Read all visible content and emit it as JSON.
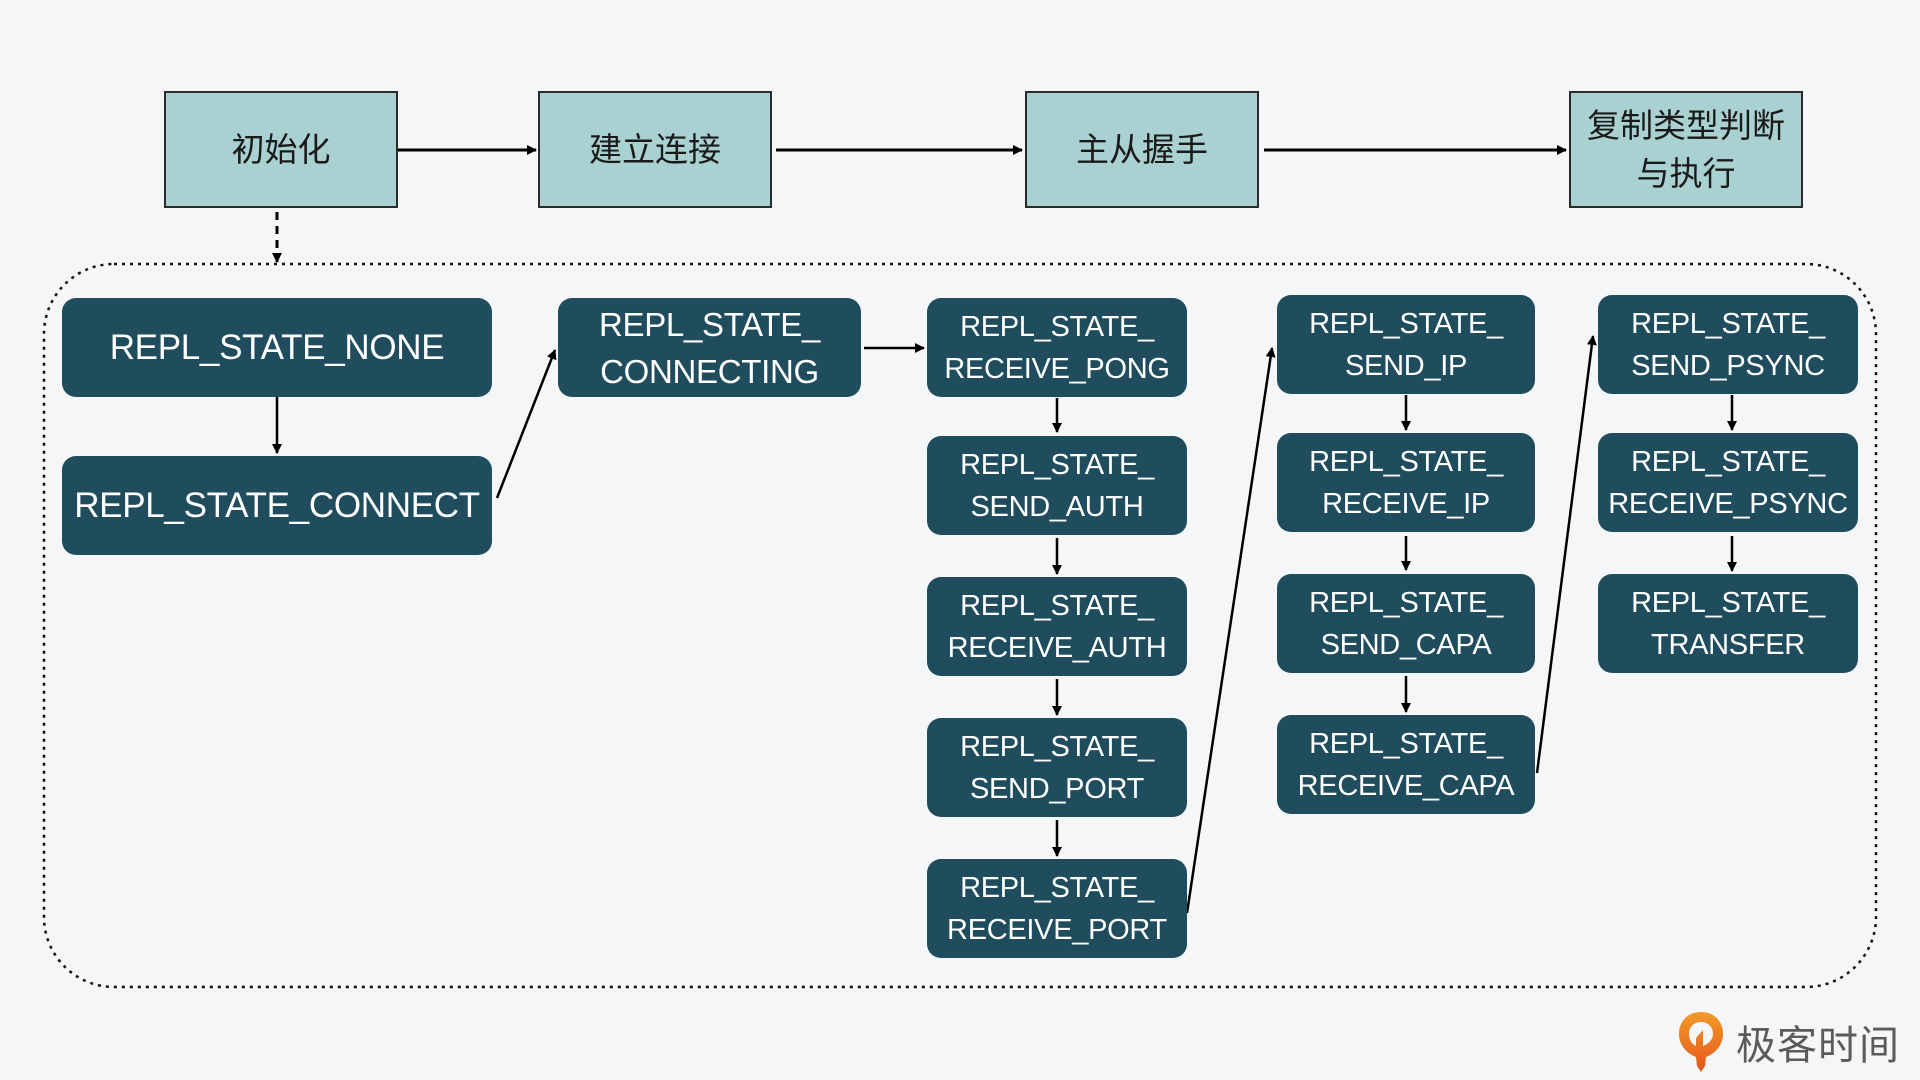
{
  "colors": {
    "background": "#f4f6f8",
    "phase_fill": "#a9d1d1",
    "state_fill": "#1f4d5e",
    "state_text": "#ffffff",
    "arrow": "#000000",
    "logo_orange": "#ee6a1c",
    "logo_text": "#5b5b5b"
  },
  "phases": [
    {
      "id": "init",
      "label": "初始化"
    },
    {
      "id": "connect",
      "label": "建立连接"
    },
    {
      "id": "handshake",
      "label": "主从握手"
    },
    {
      "id": "replication",
      "label": "复制类型判断\n与执行",
      "lines": [
        "复制类型判断",
        "与执行"
      ]
    }
  ],
  "states": {
    "none": {
      "lines": [
        "REPL_STATE_NONE"
      ]
    },
    "connect": {
      "lines": [
        "REPL_STATE_CONNECT"
      ]
    },
    "connecting": {
      "lines": [
        "REPL_STATE_",
        "CONNECTING"
      ]
    },
    "receive_pong": {
      "lines": [
        "REPL_STATE_",
        "RECEIVE_PONG"
      ]
    },
    "send_auth": {
      "lines": [
        "REPL_STATE_",
        "SEND_AUTH"
      ]
    },
    "receive_auth": {
      "lines": [
        "REPL_STATE_",
        "RECEIVE_AUTH"
      ]
    },
    "send_port": {
      "lines": [
        "REPL_STATE_",
        "SEND_PORT"
      ]
    },
    "receive_port": {
      "lines": [
        "REPL_STATE_",
        "RECEIVE_PORT"
      ]
    },
    "send_ip": {
      "lines": [
        "REPL_STATE_",
        "SEND_IP"
      ]
    },
    "receive_ip": {
      "lines": [
        "REPL_STATE_",
        "RECEIVE_IP"
      ]
    },
    "send_capa": {
      "lines": [
        "REPL_STATE_",
        "SEND_CAPA"
      ]
    },
    "receive_capa": {
      "lines": [
        "REPL_STATE_",
        "RECEIVE_CAPA"
      ]
    },
    "send_psync": {
      "lines": [
        "REPL_STATE_",
        "SEND_PSYNC"
      ]
    },
    "receive_psync": {
      "lines": [
        "REPL_STATE_",
        "RECEIVE_PSYNC"
      ]
    },
    "transfer": {
      "lines": [
        "REPL_STATE_",
        "TRANSFER"
      ]
    }
  },
  "edges": [
    {
      "from": "init",
      "to": "connect",
      "style": "solid"
    },
    {
      "from": "connect",
      "to": "handshake",
      "style": "solid"
    },
    {
      "from": "handshake",
      "to": "replication",
      "style": "solid"
    },
    {
      "from": "init",
      "to": "state-group",
      "style": "dashed"
    },
    {
      "from": "none",
      "to": "connect_state",
      "style": "solid"
    },
    {
      "from": "connect_state",
      "to": "connecting",
      "style": "solid"
    },
    {
      "from": "connecting",
      "to": "receive_pong",
      "style": "solid"
    },
    {
      "from": "receive_pong",
      "to": "send_auth",
      "style": "solid"
    },
    {
      "from": "send_auth",
      "to": "receive_auth",
      "style": "solid"
    },
    {
      "from": "receive_auth",
      "to": "send_port",
      "style": "solid"
    },
    {
      "from": "send_port",
      "to": "receive_port",
      "style": "solid"
    },
    {
      "from": "receive_port",
      "to": "send_ip",
      "style": "solid"
    },
    {
      "from": "send_ip",
      "to": "receive_ip",
      "style": "solid"
    },
    {
      "from": "receive_ip",
      "to": "send_capa",
      "style": "solid"
    },
    {
      "from": "send_capa",
      "to": "receive_capa",
      "style": "solid"
    },
    {
      "from": "receive_capa",
      "to": "send_psync",
      "style": "solid"
    },
    {
      "from": "send_psync",
      "to": "receive_psync",
      "style": "solid"
    },
    {
      "from": "receive_psync",
      "to": "transfer",
      "style": "solid"
    }
  ],
  "logo": {
    "icon": "geektime-pin-icon",
    "text": "极客时间"
  }
}
